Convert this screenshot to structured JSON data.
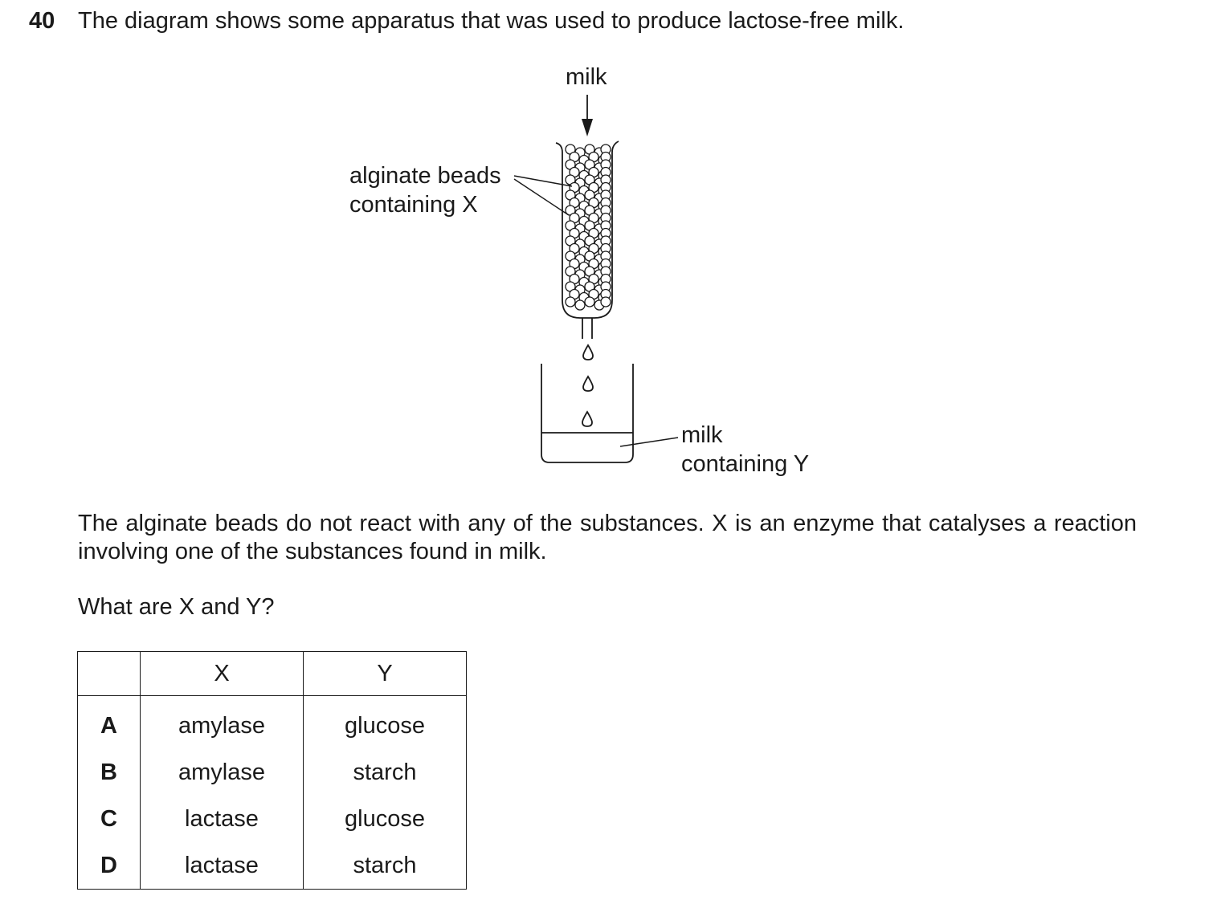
{
  "question": {
    "number": "40",
    "text": "The diagram shows some apparatus that was used to produce lactose-free milk."
  },
  "diagram": {
    "label_milk_in": "milk",
    "label_beads_line1": "alginate beads",
    "label_beads_line2": "containing X",
    "label_out_line1": "milk",
    "label_out_line2": "containing Y"
  },
  "paragraph": "The alginate beads do not react with any of the substances. X is an enzyme that catalyses a reaction involving one of the substances found in milk.",
  "prompt": "What are X and Y?",
  "table": {
    "headers": [
      "",
      "X",
      "Y"
    ],
    "rows": [
      {
        "key": "A",
        "x": "amylase",
        "y": "glucose"
      },
      {
        "key": "B",
        "x": "amylase",
        "y": "starch"
      },
      {
        "key": "C",
        "x": "lactase",
        "y": "glucose"
      },
      {
        "key": "D",
        "x": "lactase",
        "y": "starch"
      }
    ]
  }
}
